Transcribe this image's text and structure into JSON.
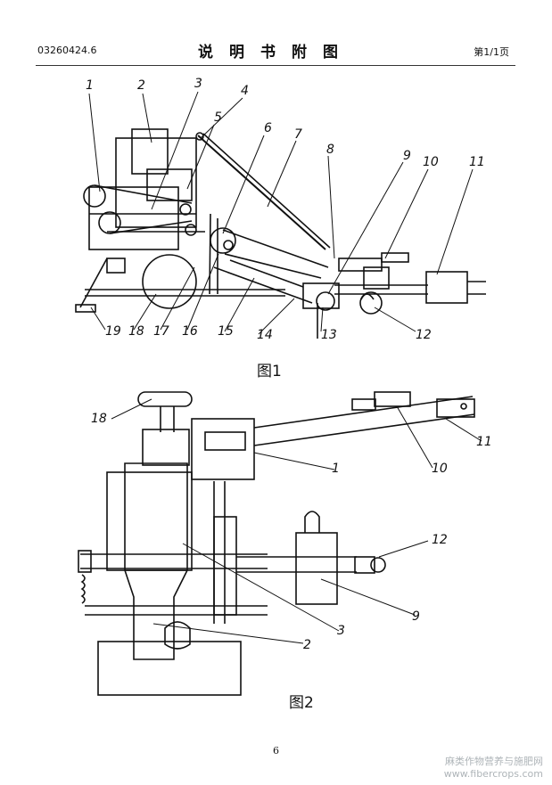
{
  "header": {
    "doc_number": "03260424.6",
    "title": "说明书附图",
    "page_label": "第1/1页"
  },
  "figure1": {
    "caption": "图1",
    "labels": [
      "1",
      "2",
      "3",
      "4",
      "5",
      "6",
      "7",
      "8",
      "9",
      "10",
      "11",
      "19",
      "18",
      "17",
      "16",
      "15",
      "14",
      "13",
      "12"
    ]
  },
  "figure2": {
    "caption": "图2",
    "labels": [
      "18",
      "1",
      "10",
      "11",
      "12",
      "9",
      "3",
      "2"
    ]
  },
  "footer": {
    "page_number": "6",
    "watermark_line1": "麻类作物营养与施肥网",
    "watermark_line2": "www.fibercrops.com"
  }
}
